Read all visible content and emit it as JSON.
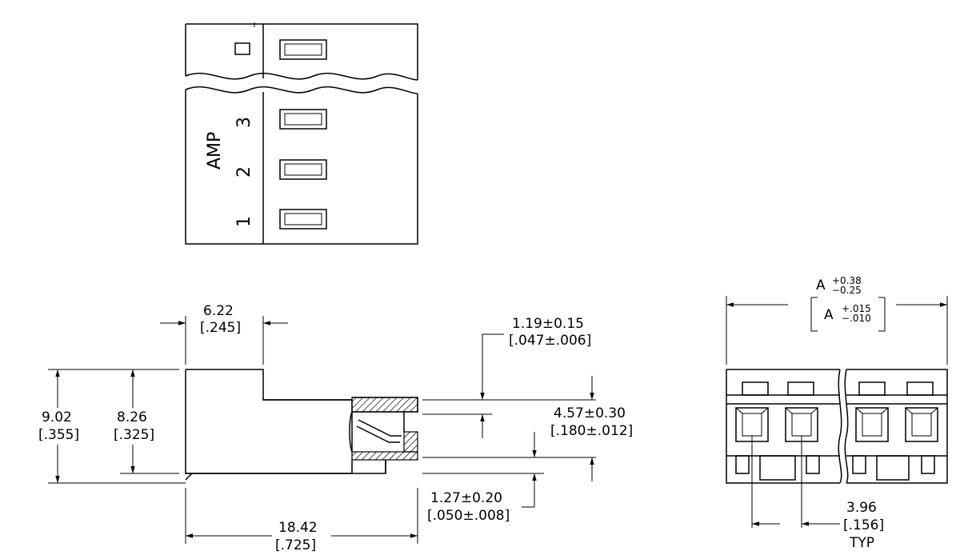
{
  "top_view": {
    "label_amp": "AMP",
    "pin_labels": [
      "3",
      "2",
      "1"
    ]
  },
  "side_view": {
    "dim_width": {
      "mm": "6.22",
      "in": "[.245]"
    },
    "dim_height_total": {
      "mm": "9.02",
      "in": "[.355]"
    },
    "dim_height_inner": {
      "mm": "8.26",
      "in": "[.325]"
    },
    "dim_length": {
      "mm": "18.42",
      "in": "[.725]"
    },
    "dim_top_offset": {
      "mm": "1.19±0.15",
      "in": "[.047±.006]"
    },
    "dim_opening": {
      "mm": "4.57±0.30",
      "in": "[.180±.012]"
    },
    "dim_bottom_offset": {
      "mm": "1.27±0.20",
      "in": "[.050±.008]"
    }
  },
  "front_view": {
    "dim_A": {
      "letter": "A",
      "tol_plus": "+0.38",
      "tol_minus": "−0.25",
      "letter_in": "A",
      "tol_plus_in": "+.015",
      "tol_minus_in": "−.010"
    },
    "dim_pitch": {
      "mm": "3.96",
      "in": "[.156]",
      "note": "TYP"
    }
  }
}
